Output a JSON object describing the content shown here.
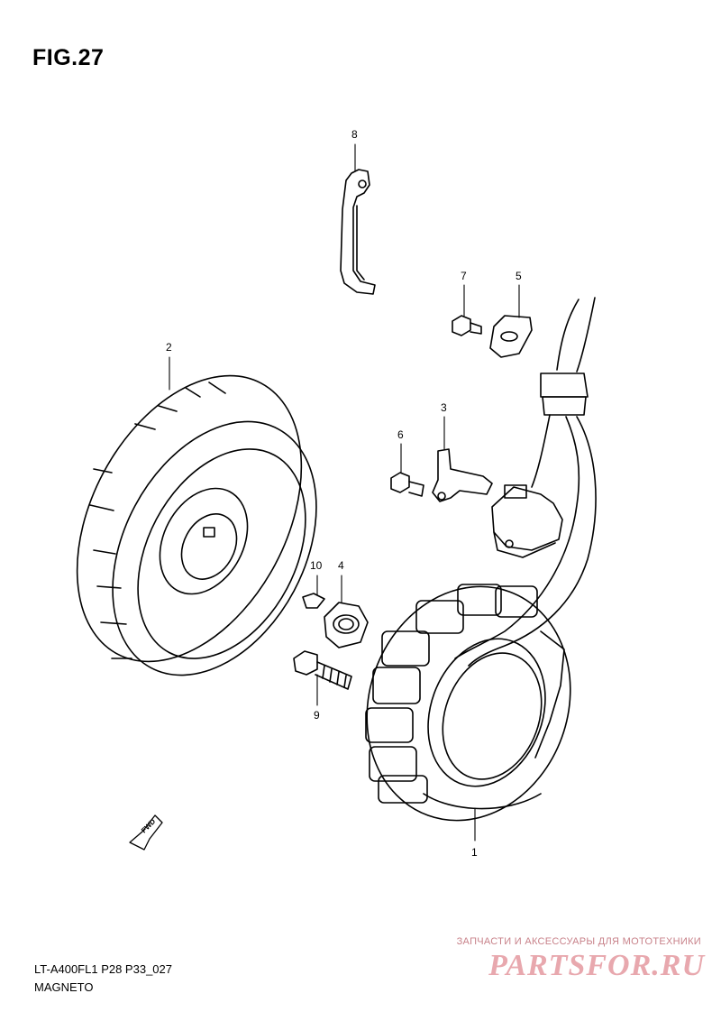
{
  "figure": {
    "title": "FIG.27",
    "model_code": "LT-A400FL1  P28  P33_027",
    "section_name": "MAGNETO"
  },
  "callouts": [
    {
      "id": "1",
      "label": "1"
    },
    {
      "id": "2",
      "label": "2"
    },
    {
      "id": "3",
      "label": "3"
    },
    {
      "id": "4",
      "label": "4"
    },
    {
      "id": "5",
      "label": "5"
    },
    {
      "id": "6",
      "label": "6"
    },
    {
      "id": "7",
      "label": "7"
    },
    {
      "id": "8",
      "label": "8"
    },
    {
      "id": "9",
      "label": "9"
    },
    {
      "id": "10",
      "label": "10"
    }
  ],
  "direction_arrow": {
    "label": "FWD"
  },
  "watermark": {
    "text": "ЗАПЧАСТИ И АКСЕССУАРЫ ДЛЯ МОТОТЕХНИКИ",
    "logo": "PARTSFOR.RU",
    "color": "#e8a8ae"
  }
}
